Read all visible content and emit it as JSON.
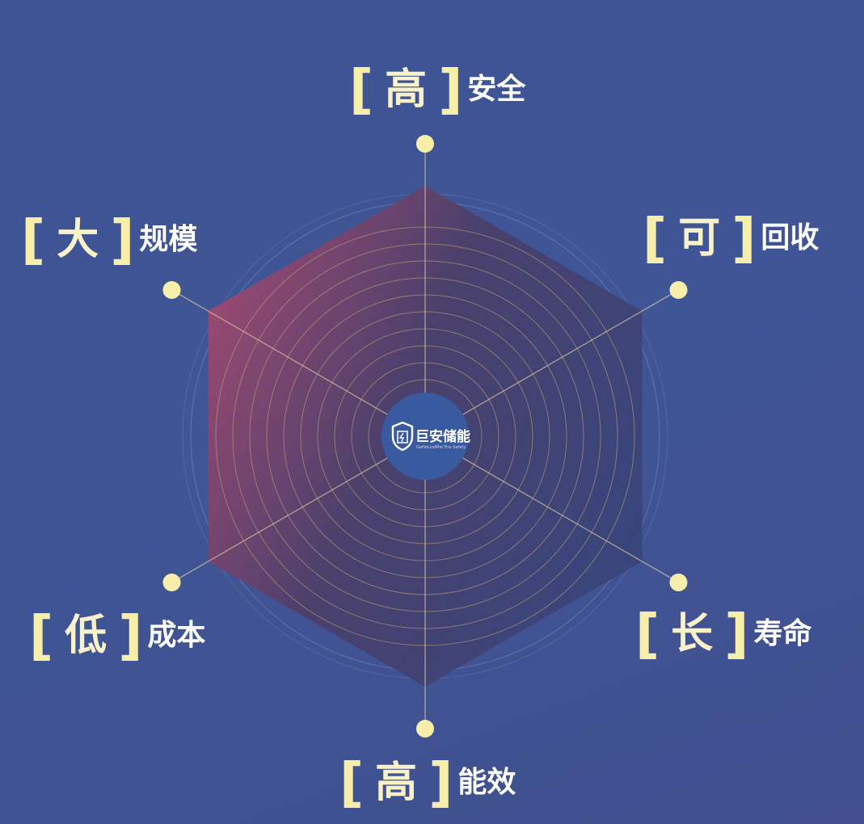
{
  "center_logo": {
    "name": "巨安储能",
    "sub": "GeHeLiudMal Fire Safety",
    "icon": "shield-battery-icon"
  },
  "nodes": [
    {
      "id": "top",
      "big": "高",
      "small": "安全"
    },
    {
      "id": "ur",
      "big": "可",
      "small": "回收"
    },
    {
      "id": "lr",
      "big": "长",
      "small": "寿命"
    },
    {
      "id": "bottom",
      "big": "高",
      "small": "能效"
    },
    {
      "id": "ll",
      "big": "低",
      "small": "成本"
    },
    {
      "id": "ul",
      "big": "大",
      "small": "规模"
    }
  ],
  "brackets": {
    "open": "[",
    "close": "]"
  },
  "colors": {
    "background": "#3f5596",
    "accent_yellow": "#f6eea9",
    "hexagon_warm": "#9a4a73",
    "hexagon_cool": "#38426e",
    "grid_line": "#c9a779",
    "center_disc": "#3a5aa0"
  }
}
